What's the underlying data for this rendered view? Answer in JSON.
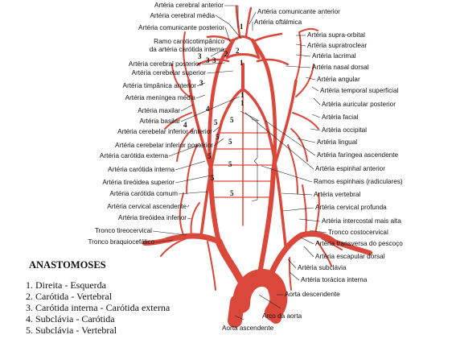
{
  "labels_left": [
    {
      "text": "Artéria cerebral anterior"
    },
    {
      "text": "Artéria cerebral média"
    },
    {
      "text": "Artéria comunicante posterior"
    },
    {
      "text": "Ramo caroticotimpânico"
    },
    {
      "text": "da artéria carótida interna"
    },
    {
      "text": "Artéria cerebral posterior"
    },
    {
      "text": "Artéria cerebelar superior"
    },
    {
      "text": "Artéria timpânica anterior"
    },
    {
      "text": "Artéria meníngea média"
    },
    {
      "text": "Artéria maxilar"
    },
    {
      "text": "Artéria basilar"
    },
    {
      "text": "Artéria cerebelar inferior anterior"
    },
    {
      "text": "Artéria cerebelar inferior posterior"
    },
    {
      "text": "Artéria carótida externa"
    },
    {
      "text": "Artéria carótida interna"
    },
    {
      "text": "Artéria tireóidea superior"
    },
    {
      "text": "Artéria carótida comum"
    },
    {
      "text": "Artéria cervical ascendente"
    },
    {
      "text": "Artéria tireóidea inferior"
    },
    {
      "text": "Tronco tireocervical"
    },
    {
      "text": "Tronco braquiocefálico"
    }
  ],
  "labels_right": [
    {
      "text": "Artéria comunicante anterior"
    },
    {
      "text": "Artéria oftálmica"
    },
    {
      "text": "Artéria supra-orbital"
    },
    {
      "text": "Artéria supratroclear"
    },
    {
      "text": "Artéria lacrimal"
    },
    {
      "text": "Artéria nasal dorsal"
    },
    {
      "text": "Artéria angular"
    },
    {
      "text": "Artéria temporal superficial"
    },
    {
      "text": "Artéria auricular posterior"
    },
    {
      "text": "Artéria facial"
    },
    {
      "text": "Artéria occipital"
    },
    {
      "text": "Artéria lingual"
    },
    {
      "text": "Artéria faríngea ascendente"
    },
    {
      "text": "Artéria espinhal anterior"
    },
    {
      "text": "Ramos espinhais (radiculares)"
    },
    {
      "text": "Artéria vertebral"
    },
    {
      "text": "Artéria cervical profunda"
    },
    {
      "text": "Artéria intercostal mais alta"
    },
    {
      "text": "Tronco costocervical"
    },
    {
      "text": "Artéria transversa do pescoço"
    },
    {
      "text": "Artéria escapular dorsal"
    },
    {
      "text": "Artéria subclávia"
    },
    {
      "text": "Artéria torácica interna"
    }
  ],
  "labels_bottom": [
    {
      "text": "Aorta descendente"
    },
    {
      "text": "Arco da aorta"
    },
    {
      "text": "Aorta ascendente"
    }
  ],
  "numbers": [
    "1",
    "2",
    "3",
    "4",
    "5"
  ],
  "legend": {
    "title": "ANASTOMOSES",
    "items": [
      "1. Direita - Esquerda",
      "2. Carótida - Vertebral",
      "3. Carótida interna - Carótida externa",
      "4. Subclávia - Carótida",
      "5. Subclávia - Vertebral"
    ]
  },
  "colors": {
    "artery": "#d9483a",
    "artery_dark": "#b8372b",
    "text": "#111111"
  }
}
